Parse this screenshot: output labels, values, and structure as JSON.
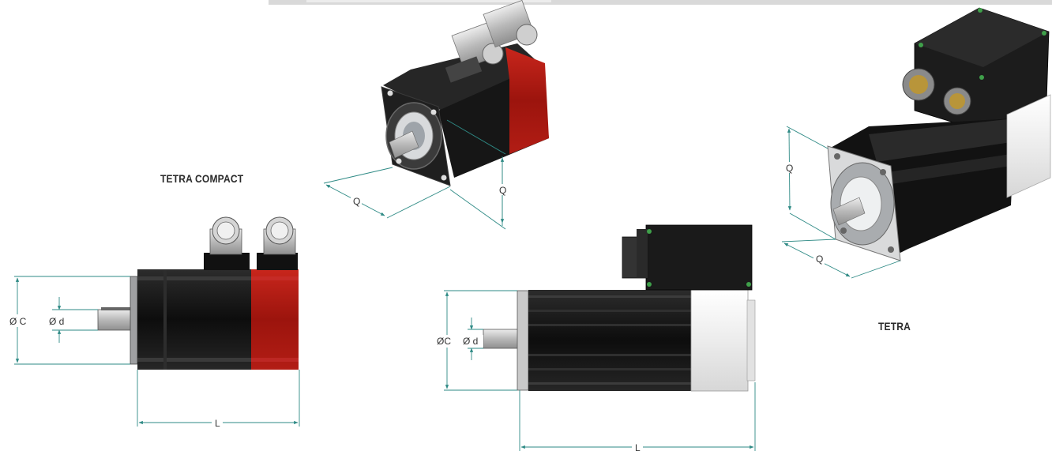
{
  "titles": {
    "compact": "TETRA COMPACT",
    "standard": "TETRA"
  },
  "dimensions": {
    "q": "Q",
    "diameter_c_compact": "Ø C",
    "diameter_d_compact": "Ø d",
    "length_compact": "L",
    "diameter_c_standard": "ØC",
    "diameter_d_standard": "Ø d",
    "length_standard": "L"
  },
  "colors": {
    "dimension_line": "#2e8a85",
    "motor_body": "#141414",
    "compact_rear": "#b01a12",
    "standard_rear": "#f2f2f2",
    "flange": "#cfd0d2",
    "title_text": "#2a2a2a"
  }
}
